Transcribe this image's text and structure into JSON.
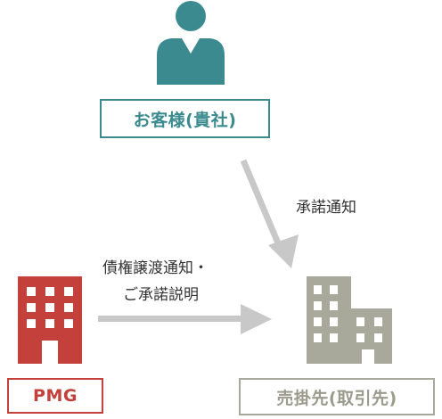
{
  "client": {
    "label": "お客様(貴社)",
    "icon": "person-icon",
    "color": "#3b8a8f"
  },
  "pmg": {
    "label": "PMG",
    "icon": "office-building-icon",
    "color": "#c4403a"
  },
  "debtor": {
    "label": "売掛先(取引先)",
    "icon": "office-buildings-icon",
    "color": "#a8a99a"
  },
  "flows": {
    "client_to_debtor": {
      "label": "承諾通知"
    },
    "pmg_to_debtor": {
      "label_line1": "債権譲渡通知・",
      "label_line2": "ご承諾説明"
    }
  },
  "arrow_color": "#c8c8c8"
}
